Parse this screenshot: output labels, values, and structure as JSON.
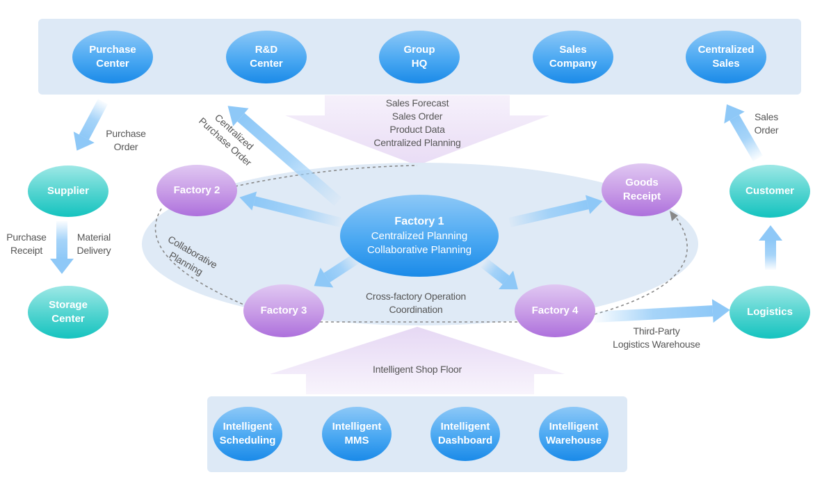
{
  "top_panel": {
    "nodes": [
      {
        "label": "Purchase\nCenter"
      },
      {
        "label": "R&D\nCenter"
      },
      {
        "label": "Group\nHQ"
      },
      {
        "label": "Sales\nCompany"
      },
      {
        "label": "Centralized\nSales"
      }
    ]
  },
  "top_flow_label": "Sales Forecast\nSales Order\nProduct Data\nCentralized Planning",
  "left": {
    "supplier": "Supplier",
    "storage": "Storage\nCenter",
    "purchase_order_label": "Purchase\nOrder",
    "purchase_receipt_label": "Purchase\nReceipt",
    "material_delivery_label": "Material\nDelivery"
  },
  "center": {
    "factory1_title": "Factory 1",
    "factory1_sub": "Centralized Planning\nCollaborative Planning",
    "factory2": "Factory 2",
    "factory3": "Factory 3",
    "factory4": "Factory 4",
    "goods_receipt": "Goods\nReceipt",
    "centralized_po_label": "Centralized\nPurchase Order",
    "collaborative_label": "Collaborative\nPlanning",
    "coordination_label": "Cross-factory Operation\nCoordination"
  },
  "right": {
    "customer": "Customer",
    "logistics": "Logistics",
    "sales_order_label": "Sales\nOrder",
    "tpl_label": "Third-Party\nLogistics Warehouse"
  },
  "bottom_flow_label": "Intelligent Shop Floor",
  "bottom_panel": {
    "nodes": [
      {
        "label": "Intelligent\nScheduling"
      },
      {
        "label": "Intelligent\nMMS"
      },
      {
        "label": "Intelligent\nDashboard"
      },
      {
        "label": "Intelligent\nWarehouse"
      }
    ]
  },
  "colors": {
    "panel": "#dde9f6",
    "blue_node": "#3a9ff0",
    "teal_node": "#3ccfcb",
    "purple_node": "#c08ee3",
    "arrow": "#9ccff8",
    "flow_arrow": "#ece0f6"
  }
}
